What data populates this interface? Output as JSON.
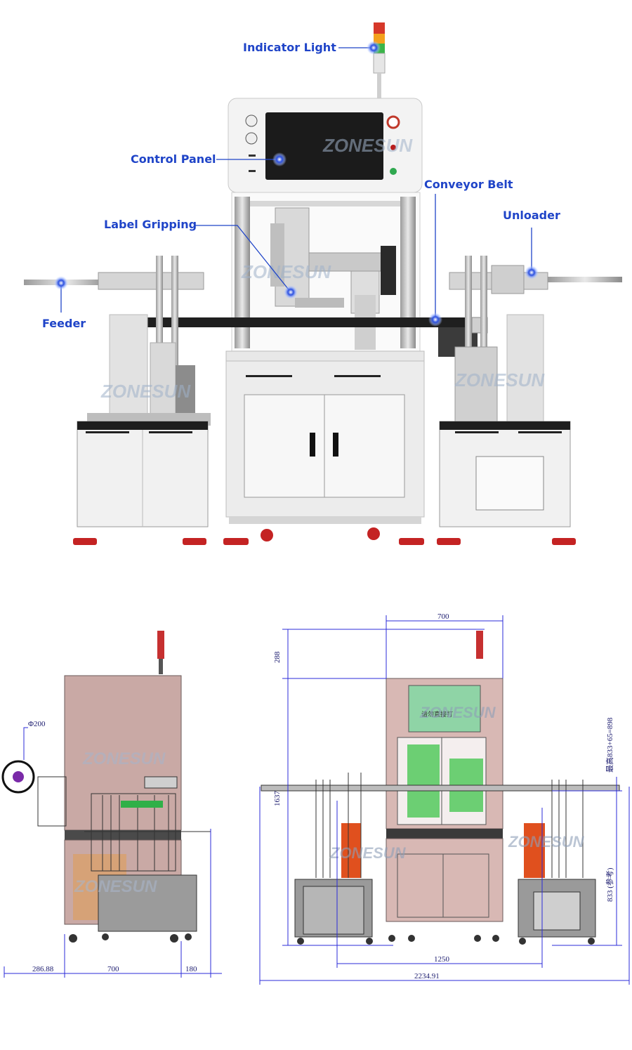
{
  "brand": {
    "watermark": "ZONESUN",
    "accent": "#1f44c8",
    "dim_color": "#2b2bd8"
  },
  "callouts": {
    "indicator_light": "Indicator Light",
    "control_panel": "Control Panel",
    "conveyor_belt": "Conveyor Belt",
    "label_gripping": "Label Gripping",
    "unloader": "Unloader",
    "feeder": "Feeder"
  },
  "side_view": {
    "roll_diameter": "Φ200",
    "dims": {
      "left": "286.88",
      "middle": "700",
      "right": "180"
    }
  },
  "front_view": {
    "screen_cn": "请勿直接打",
    "dims": {
      "top_width": "700",
      "top_height": "288",
      "total_height": "1637",
      "right_height_label": "最高833+65=898",
      "table_height": "833 (参考)",
      "inner_width": "1250",
      "total_width": "2234.91"
    }
  }
}
